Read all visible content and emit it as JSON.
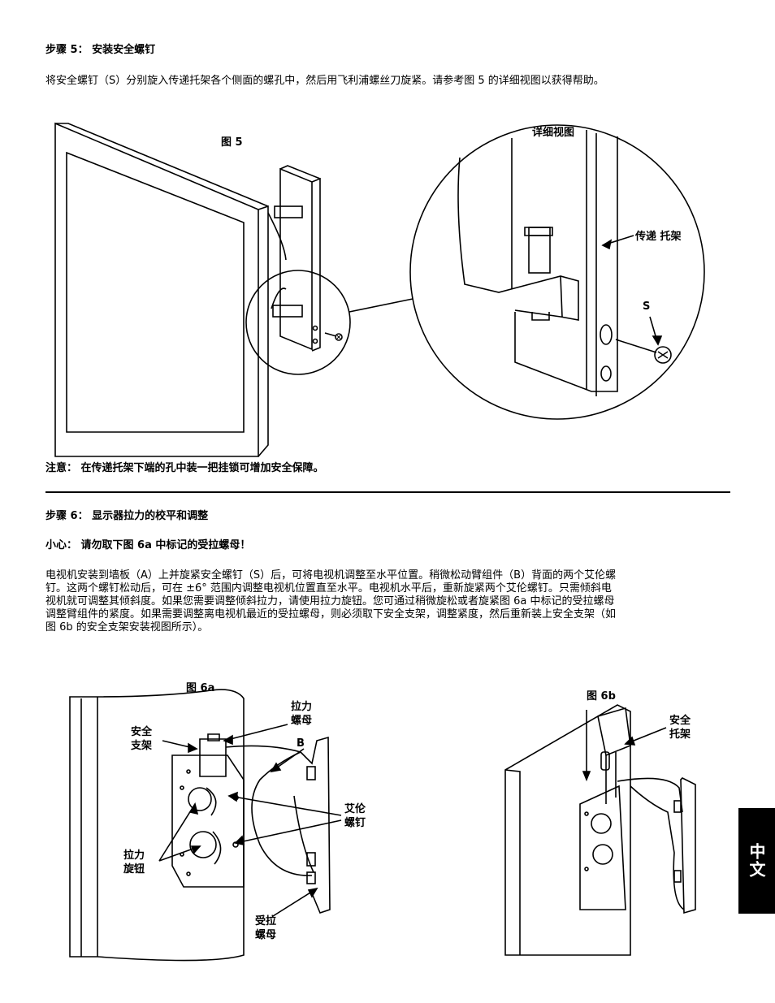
{
  "step5": {
    "heading": "步骤 5：  安装安全螺钉",
    "body": "将安全螺钉（S）分别旋入传递托架各个侧面的螺孔中，然后用飞利浦螺丝刀旋紧。请参考图 5 的详细视图以获得帮助。"
  },
  "figure5": {
    "label": "图 5",
    "detail_label": "详细视图",
    "bracket_label": "传递 托架",
    "screw_label": "S"
  },
  "note": "注意：  在传递托架下端的孔中装一把挂锁可增加安全保障。",
  "step6": {
    "heading": "步骤 6：  显示器拉力的校平和调整",
    "caution": "小心：  请勿取下图 6a 中标记的受拉螺母！",
    "body_lines": [
      "电视机安装到墙板（A）上并旋紧安全螺钉（S）后，可将电视机调整至水平位置。稍微松动臂组件（B）背面的两个艾伦螺",
      "钉。这两个螺钉松动后，可在 ±6° 范围内调整电视机位置直至水平。电视机水平后，重新旋紧两个艾伦螺钉。只需倾斜电",
      "视机就可调整其倾斜度。如果您需要调整倾斜拉力，请使用拉力旋钮。您可通过稍微旋松或者旋紧图 6a 中标记的受拉螺母",
      "调整臂组件的紧度。如果需要调整离电视机最近的受拉螺母，则必须取下安全支架，调整紧度，然后重新装上安全支架（如",
      "图 6b 的安全支架安装视图所示）。"
    ]
  },
  "figure6a": {
    "label": "图 6a",
    "safety_bracket": [
      "安全",
      "支架"
    ],
    "tension_nut_top": [
      "拉力",
      "螺母"
    ],
    "b_label": "B",
    "allen_screws": [
      "艾伦",
      "螺钉"
    ],
    "tension_knobs": [
      "拉力",
      "旋钮"
    ],
    "tensioned_nut": [
      "受拉",
      "螺母"
    ]
  },
  "figure6b": {
    "label": "图 6b",
    "safety_bracket": [
      "安全",
      "托架"
    ]
  },
  "language_tab": "中文"
}
